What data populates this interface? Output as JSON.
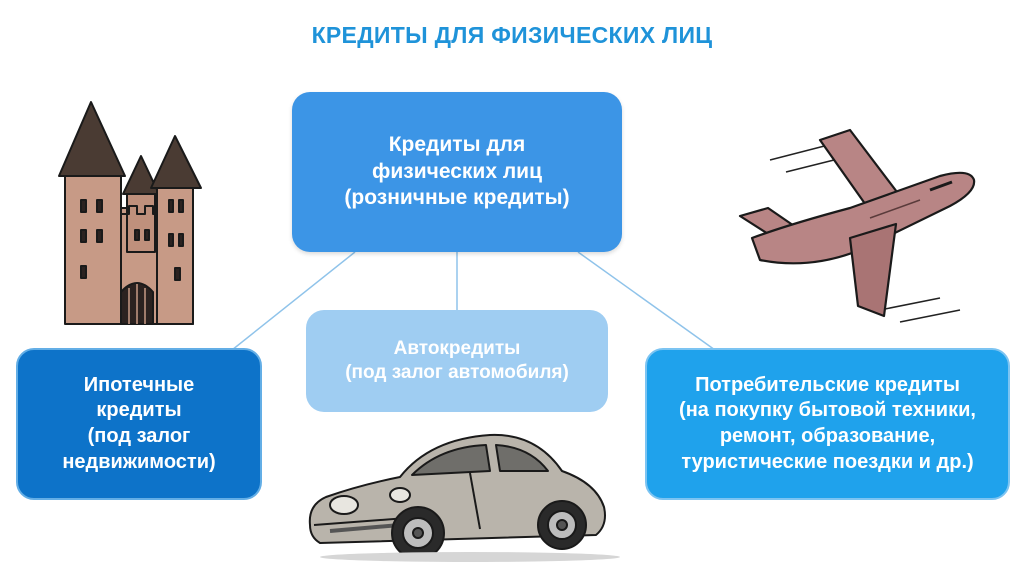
{
  "title": "КРЕДИТЫ ДЛЯ ФИЗИЧЕСКИХ ЛИЦ",
  "center_box": {
    "lines": [
      "Кредиты для",
      "физических лиц",
      "(розничные кредиты)"
    ]
  },
  "left_box": {
    "lines": [
      "Ипотечные",
      "кредиты",
      "(под залог",
      "недвижимости)"
    ]
  },
  "middle_box": {
    "lines": [
      "Автокредиты",
      "(под залог автомобиля)"
    ]
  },
  "right_box": {
    "lines": [
      "Потребительские кредиты",
      "(на покупку бытовой техники,",
      "ремонт, образование,",
      "туристические поездки и др.)"
    ]
  },
  "colors": {
    "title": "#1f93d9",
    "center_box": "#3c95e6",
    "left_box": "#0d73c9",
    "middle_box": "#9fcdf2",
    "right_box": "#1fa2ec",
    "connector": "#8fc3ea"
  },
  "illustrations": [
    "castle-illustration",
    "airplane-illustration",
    "car-illustration"
  ]
}
